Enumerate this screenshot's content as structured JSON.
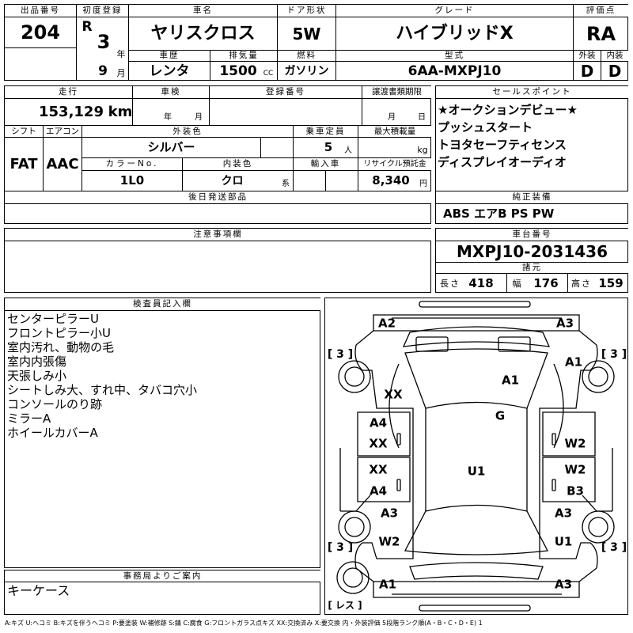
{
  "header": {
    "lot_no_label": "出品番号",
    "lot_no": "204",
    "first_reg_label": "初度登録",
    "era": "R",
    "year": "3",
    "year_unit": "年",
    "month": "9",
    "month_unit": "月",
    "car_name_label": "車名",
    "car_name": "ヤリスクロス",
    "door_label": "ドア形状",
    "door": "5W",
    "grade_label": "グレード",
    "grade": "ハイブリッドX",
    "score_label": "評価点",
    "score": "RA",
    "history_label": "車歴",
    "history": "レンタ",
    "displacement_label": "排気量",
    "displacement": "1500",
    "displacement_unit": "CC",
    "fuel_label": "燃料",
    "fuel": "ガソリン",
    "model_label": "型式",
    "model": "6AA-MXPJ10",
    "exterior_label": "外装",
    "exterior": "D",
    "interior_label": "内装",
    "interior": "D"
  },
  "spec": {
    "mileage_label": "走行",
    "mileage": "153,129",
    "mileage_unit": "km",
    "inspection_label": "車検",
    "inspection_year_unit": "年",
    "inspection_month_unit": "月",
    "reg_no_label": "登録番号",
    "transfer_label": "譲渡書類期限",
    "transfer_month_unit": "月",
    "transfer_day_unit": "日",
    "shift_label": "シフト",
    "shift": "FAT",
    "ac_label": "エアコン",
    "ac": "AAC",
    "ext_color_label": "外装色",
    "ext_color": "シルバー",
    "capacity_label": "乗車定員",
    "capacity": "5",
    "capacity_unit": "人",
    "max_load_label": "最大積載量",
    "max_load_unit": "kg",
    "color_no_label": "カラーNo.",
    "color_no": "1L0",
    "int_color_label": "内装色",
    "int_color": "クロ",
    "int_color_unit": "系",
    "import_label": "輸入車",
    "recycle_label": "リサイクル預託金",
    "recycle": "8,340",
    "recycle_unit": "円",
    "later_parts_label": "後日発送部品"
  },
  "sales_points": {
    "label": "セールスポイント",
    "items": [
      "★オークションデビュー★",
      "プッシュスタート",
      "トヨタセーフティセンス",
      "ディスプレイオーディオ"
    ]
  },
  "equipment": {
    "label": "純正装備",
    "value": "ABS エアB PS PW"
  },
  "caution": {
    "label": "注意事項欄"
  },
  "chassis": {
    "label": "車台番号",
    "value": "MXPJ10-2031436",
    "dims_label": "諸元",
    "length_label": "長さ",
    "length": "418",
    "width_label": "幅",
    "width": "176",
    "height_label": "高さ",
    "height": "159"
  },
  "inspector": {
    "label": "検査員記入欄",
    "notes": [
      "センターピラーU",
      "フロントピラー小U",
      "室内汚れ、動物の毛",
      "室内内張傷",
      "天張しみ小",
      "シートしみ大、すれ中、タバコ穴小",
      "コンソールのり跡",
      "ミラーA",
      "ホイールカバーA"
    ]
  },
  "office": {
    "label": "事務局よりご案内",
    "value": "キーケース"
  },
  "diagram": {
    "labels": [
      "A2",
      "A3",
      "A1",
      "A1",
      "XX",
      "G",
      "A4",
      "XX",
      "W2",
      "XX",
      "U1",
      "W2",
      "A4",
      "B3",
      "A3",
      "A3",
      "W2",
      "U1",
      "A1",
      "A3"
    ],
    "tire_marks": [
      "[ 3 ]",
      "[ 3 ]",
      "[ 3 ]",
      "[ 3 ]",
      "[ レス ]"
    ]
  },
  "legend": "A:キズ U:ヘコミ B:キズを伴うヘコミ P:要塗装 W:補修跡 S:錆 C:腐食 G:フロントガラス点キズ XX:交換済み X:要交換 内・外装評価 5段階ランク順(A・B・C・D・E) 1"
}
